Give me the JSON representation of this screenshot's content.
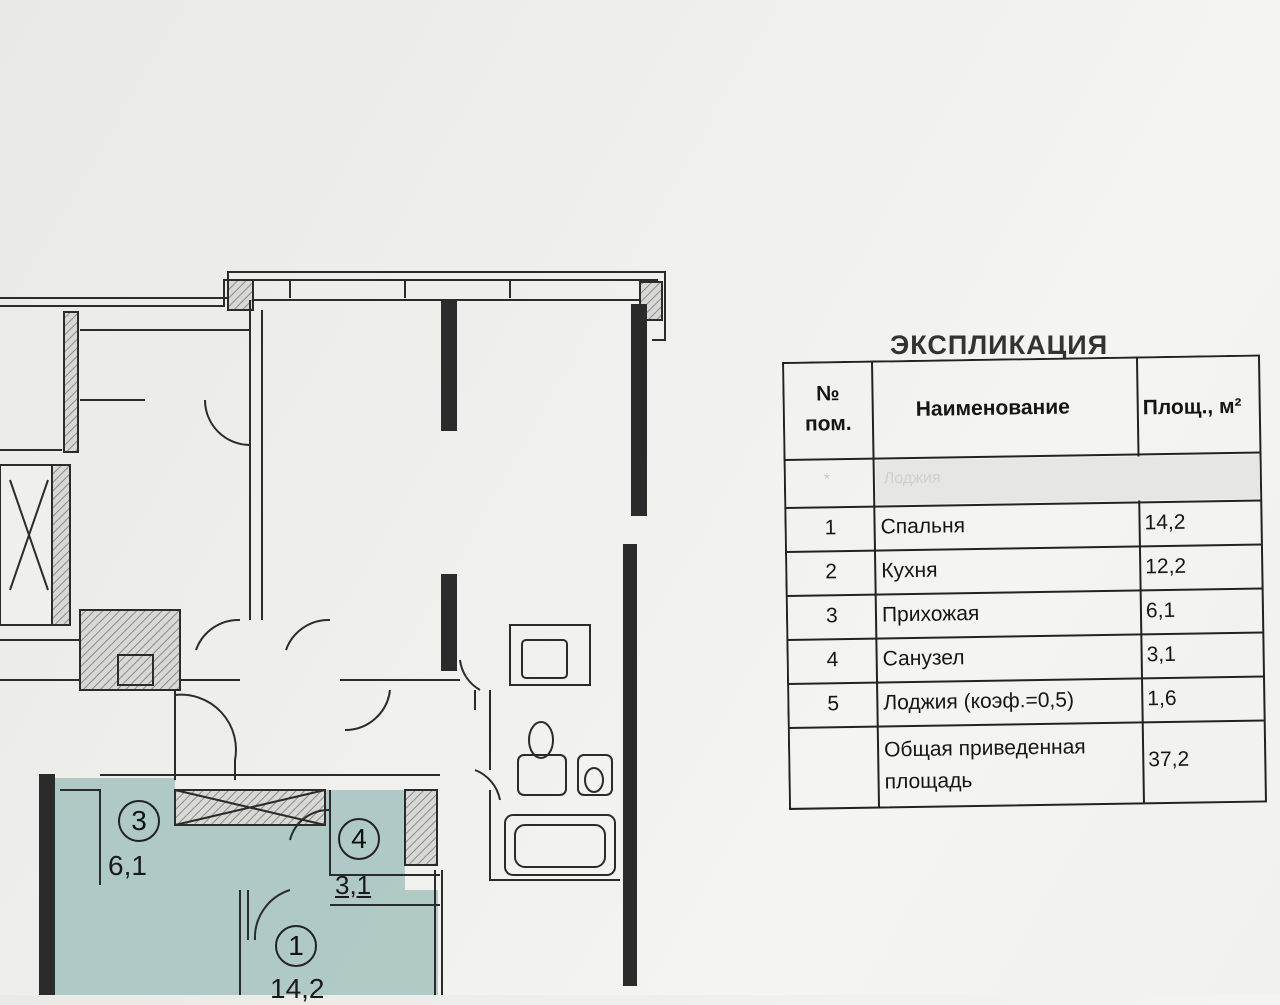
{
  "explication": {
    "title": "ЭКСПЛИКАЦИЯ",
    "header": {
      "number": "№\nпом.",
      "name": "Наименование",
      "area": "Площ., м²"
    },
    "faded_row": {
      "number": "*",
      "name": "Лоджия"
    },
    "rows": [
      {
        "number": "1",
        "name": "Спальня",
        "area": "14,2"
      },
      {
        "number": "2",
        "name": "Кухня",
        "area": "12,2"
      },
      {
        "number": "3",
        "name": "Прихожая",
        "area": "6,1"
      },
      {
        "number": "4",
        "name": "Санузел",
        "area": "3,1"
      },
      {
        "number": "5",
        "name": "Лоджия (коэф.=0,5)",
        "area": "1,6"
      }
    ],
    "total": {
      "name": "Общая приведенная\nплощадь",
      "area": "37,2"
    }
  },
  "plan": {
    "rooms": [
      {
        "marker": "3",
        "area": "6,1"
      },
      {
        "marker": "4",
        "area": "3,1"
      },
      {
        "marker": "1",
        "area": "14,2"
      }
    ],
    "colors": {
      "highlight": "#a9c6c2",
      "wall": "#2b2b2b",
      "wall_hatch": "#777777"
    }
  }
}
